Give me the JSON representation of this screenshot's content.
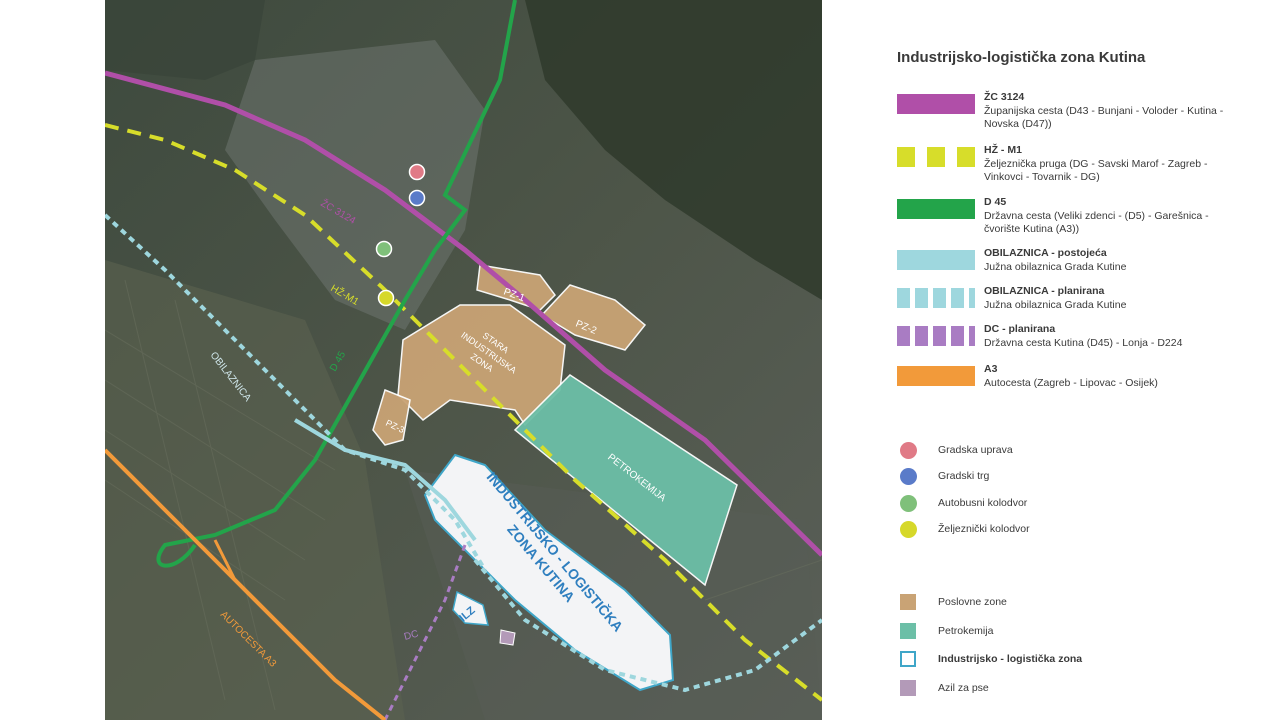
{
  "map": {
    "labels": {
      "zc": "ŽC 3124",
      "hz": "HŽ-M1",
      "d45": "D 45",
      "obilaznica": "OBILAZNICA",
      "pz1": "PZ-1",
      "pz2": "PZ-2",
      "pz3": "PZ-3",
      "stara_l1": "STARA",
      "stara_l2": "INDUSTRIJSKA",
      "stara_l3": "ZONA",
      "petrokemija": "PETROKEMIJA",
      "ilz_l1": "INDUSTRIJSKO - LOGISTIČKA",
      "ilz_l2": "ZONA KUTINA",
      "ilz_small": "ILZ",
      "dc": "DC",
      "autocesta": "AUTOCESTA A3"
    }
  },
  "legend": {
    "title": "Industrijsko-logistička zona Kutina",
    "lines": [
      {
        "name": "ŽC 3124",
        "desc": "Županijska cesta (D43 - Bunjani - Voloder - Kutina - Novska (D47))",
        "color": "#b04fa8",
        "style": "solid"
      },
      {
        "name": "HŽ - M1",
        "desc": "Željeznička pruga (DG - Savski Marof - Zagreb - Vinkovci - Tovarnik - DG)",
        "color": "#d7dd2a",
        "style": "dashed"
      },
      {
        "name": "D 45",
        "desc": "Državna cesta (Veliki zdenci - (D5) - Garešnica - čvorište Kutina (A3))",
        "color": "#23a44a",
        "style": "solid"
      },
      {
        "name": "OBILAZNICA - postojeća",
        "desc": "Južna obilaznica Grada Kutine",
        "color": "#9ed7de",
        "style": "solid"
      },
      {
        "name": "OBILAZNICA - planirana",
        "desc": "Južna obilaznica Grada Kutine",
        "color": "#9ed7de",
        "style": "dashed"
      },
      {
        "name": "DC - planirana",
        "desc": "Državna cesta Kutina (D45) - Lonja - D224",
        "color": "#a97cc3",
        "style": "dashed"
      },
      {
        "name": "A3",
        "desc": "Autocesta (Zagreb - Lipovac - Osijek)",
        "color": "#f29a3a",
        "style": "solid"
      }
    ],
    "points": [
      {
        "label": "Gradska uprava",
        "color": "#e07a86"
      },
      {
        "label": "Gradski trg",
        "color": "#5a7bc9"
      },
      {
        "label": "Autobusni kolodvor",
        "color": "#7fc07a"
      },
      {
        "label": "Željeznički kolodvor",
        "color": "#d6d82a"
      }
    ],
    "areas": [
      {
        "label": "Poslovne zone",
        "color": "#c9a375"
      },
      {
        "label": "Petrokemija",
        "color": "#6cbfa7"
      },
      {
        "label": "Industrijsko - logistička zona",
        "color": "#ffffff",
        "border": "#3fa6c8"
      },
      {
        "label": "Azil za pse",
        "color": "#b39ab8"
      }
    ]
  }
}
